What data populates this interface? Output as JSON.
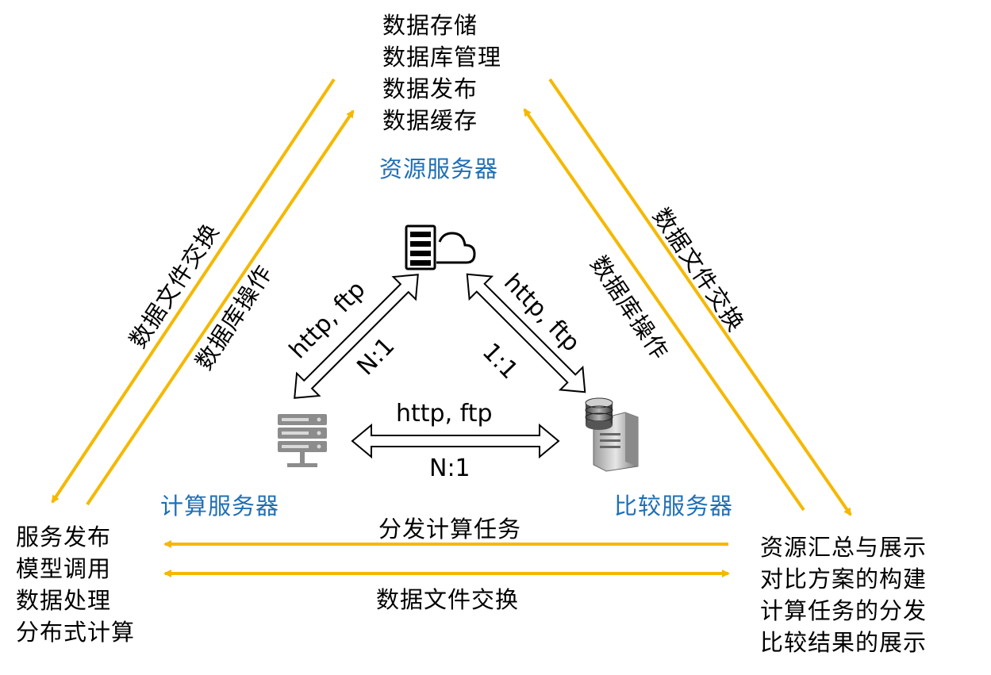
{
  "resource_server": {
    "title": "资源服务器",
    "functions": [
      "数据存储",
      "数据库管理",
      "数据发布",
      "数据缓存"
    ]
  },
  "compute_server": {
    "title": "计算服务器",
    "functions": [
      "服务发布",
      "模型调用",
      "数据处理",
      "分布式计算"
    ]
  },
  "compare_server": {
    "title": "比较服务器",
    "functions": [
      "资源汇总与展示",
      "对比方案的构建",
      "计算任务的分发",
      "比较结果的展示"
    ]
  },
  "left_side": {
    "outer_label": "数据文件交换",
    "inner_label": "数据库操作"
  },
  "right_side": {
    "outer_label": "数据文件交换",
    "inner_label": "数据库操作"
  },
  "bottom_side": {
    "top_label": "分发计算任务",
    "bottom_label": "数据文件交换"
  },
  "inner_left": {
    "protocol": "http, ftp",
    "ratio": "N:1"
  },
  "inner_right": {
    "protocol": "http, ftp",
    "ratio": "1:1"
  },
  "inner_bottom": {
    "protocol": "http, ftp",
    "ratio": "N:1"
  },
  "colors": {
    "arrow": "#f5b800",
    "title": "#1f6fb5",
    "text": "#000000"
  },
  "icons": [
    "cloud-server-icon",
    "rack-server-icon",
    "database-server-icon"
  ]
}
